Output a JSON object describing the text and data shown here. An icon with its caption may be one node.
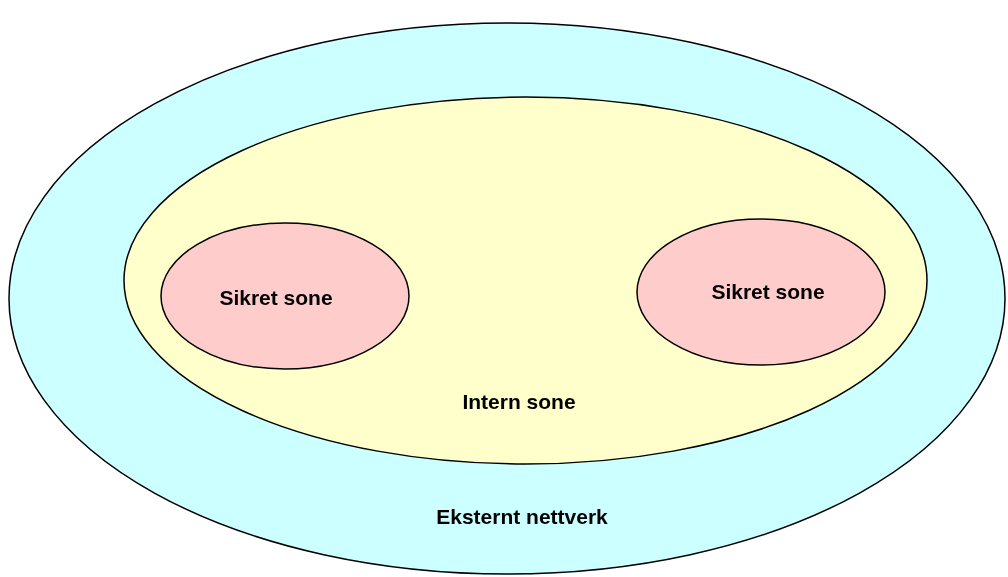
{
  "diagram": {
    "nodes": [
      {
        "text": [
          "Eksternt nettverk"
        ]
      },
      {
        "text": [
          "Intern sone"
        ],
        "in": 0
      },
      {
        "text": [
          "Sikret sone"
        ],
        "in": 1
      },
      {
        "text": [
          "Sikret sone"
        ],
        "in": 1
      }
    ]
  }
}
